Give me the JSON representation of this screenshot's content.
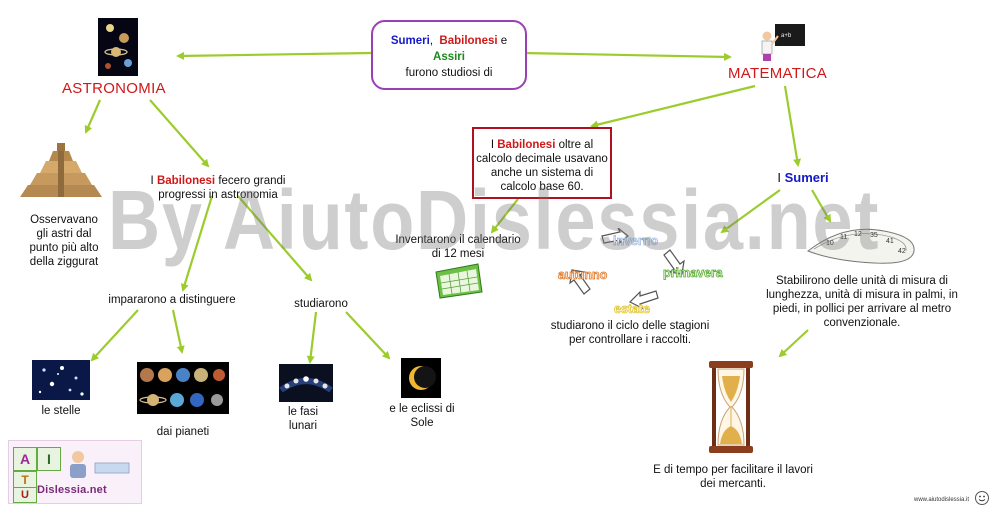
{
  "watermark": "By AiutoDislessia.net",
  "top": {
    "sumeri": "Sumeri",
    "babilonesi": "Babilonesi",
    "e": "e",
    "assiri": "Assiri",
    "line2": "furono studiosi di"
  },
  "astronomia": {
    "title": "ASTRONOMIA",
    "ziggurat": [
      "Osservavano",
      "gli astri dal",
      "punto più alto",
      "della ziggurat"
    ],
    "babilonesi_pre": "I",
    "babilonesi": "Babilonesi",
    "babilonesi_post": "fecero grandi",
    "babilonesi_line2": "progressi in astronomia",
    "impararono": "impararono a distinguere",
    "stelle": "le stelle",
    "pianeti": "dai pianeti",
    "studiarono": "studiarono",
    "fasi": [
      "le fasi",
      "lunari"
    ],
    "eclissi": [
      "e le eclissi di",
      "Sole"
    ]
  },
  "matematica": {
    "title": "MATEMATICA",
    "box_pre": "I",
    "box_babilonesi": "Babilonesi",
    "box_post": "oltre al",
    "box_lines": [
      "calcolo decimale usavano",
      "anche un sistema di",
      "calcolo base 60."
    ],
    "calendario": [
      "Inventarono il calendario",
      "di 12 mesi"
    ],
    "sumeri_pre": "I",
    "sumeri": "Sumeri",
    "misura": [
      "Stabilirono delle unità di misura di",
      "lunghezza, unità di misura in palmi, in",
      "piedi, in pollici per arrivare al metro",
      "convenzionale."
    ],
    "stagioni": [
      "studiarono il ciclo delle stagioni",
      "per controllare i raccolti."
    ],
    "seasons": {
      "inverno": "inverno",
      "primavera": "primavera",
      "estate": "estate",
      "autunno": "autunno"
    },
    "tempo": [
      "E di tempo per facilitare il lavori",
      "dei mercanti."
    ]
  },
  "logo": {
    "letters": [
      "A",
      "I",
      "T",
      "U"
    ],
    "text": "Dislessia.net"
  },
  "credit": "www.aiutodislessia.it",
  "colors": {
    "arrow": "#9ccc2c",
    "title_red": "#d01818",
    "blue": "#1418c8",
    "green": "#1b8a1b",
    "topbox_border": "#9b3fb5",
    "redbox_border": "#b01020"
  }
}
